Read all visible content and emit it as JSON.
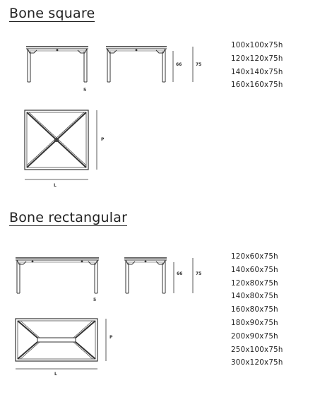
{
  "sections": [
    {
      "title": "Bone square",
      "sizes": [
        "100x100x75h",
        "120x120x75h",
        "140x140x75h",
        "160x160x75h"
      ],
      "dims": {
        "leg": "5",
        "frame_height": "66",
        "total_height": "75",
        "depth": "P",
        "length": "L"
      }
    },
    {
      "title": "Bone rectangular",
      "sizes": [
        "120x60x75h",
        "140x60x75h",
        "120x80x75h",
        "140x80x75h",
        "160x80x75h",
        "180x90x75h",
        "200x90x75h",
        "250x100x75h",
        "300x120x75h"
      ],
      "dims": {
        "leg": "5",
        "frame_height": "66",
        "total_height": "75",
        "depth": "P",
        "length": "L"
      }
    }
  ]
}
